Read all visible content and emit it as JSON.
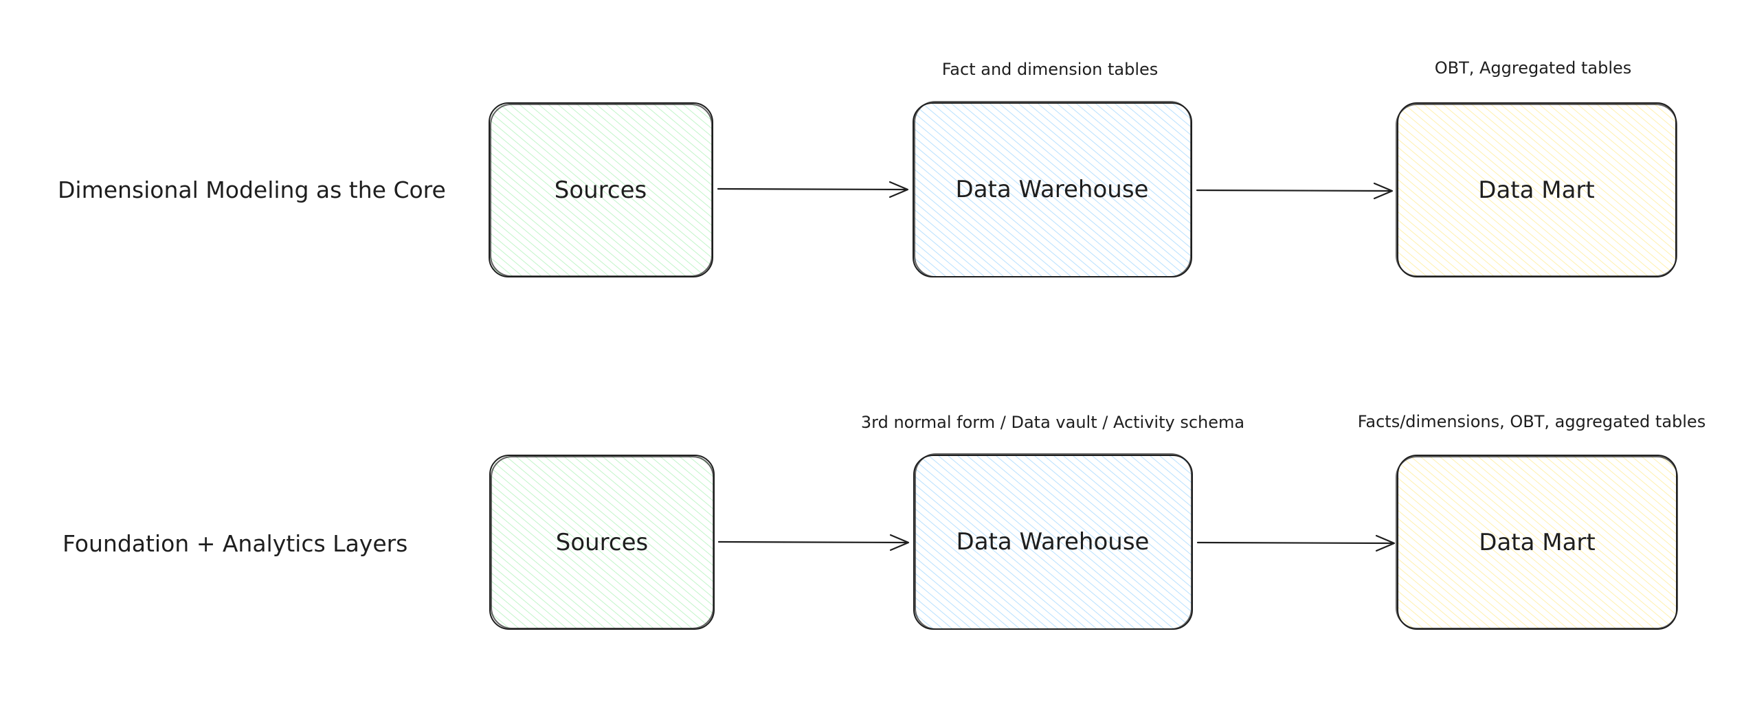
{
  "colors": {
    "sources_fill": "#b2f2bb",
    "warehouse_fill": "#a5d8ff",
    "mart_fill": "#ffec99",
    "stroke": "#1e1e1e"
  },
  "rows": [
    {
      "label": "Dimensional Modeling as the Core",
      "nodes": [
        {
          "label": "Sources",
          "annotation": ""
        },
        {
          "label": "Data Warehouse",
          "annotation": "Fact and dimension tables"
        },
        {
          "label": "Data Mart",
          "annotation": "OBT, Aggregated tables"
        }
      ]
    },
    {
      "label": "Foundation + Analytics Layers",
      "nodes": [
        {
          "label": "Sources",
          "annotation": ""
        },
        {
          "label": "Data Warehouse",
          "annotation": "3rd normal form / Data vault / Activity schema"
        },
        {
          "label": "Data Mart",
          "annotation": "Facts/dimensions, OBT, aggregated tables"
        }
      ]
    }
  ]
}
